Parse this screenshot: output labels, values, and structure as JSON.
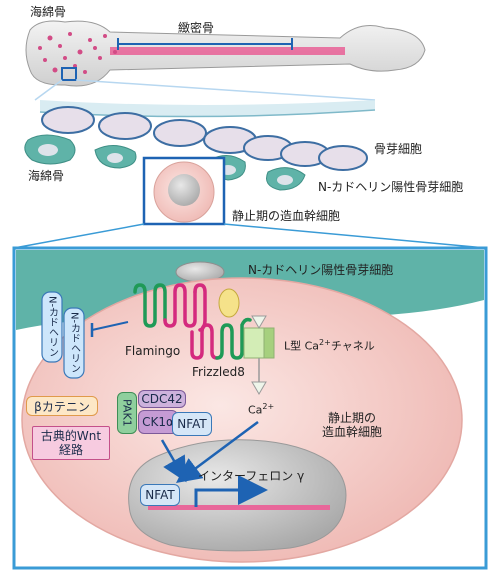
{
  "top": {
    "spongy_bone": "海綿骨",
    "compact_bone": "緻密骨"
  },
  "mid": {
    "osteoblast": "骨芽細胞",
    "spongy_bone": "海綿骨",
    "ncad_osteoblast": "N-カドヘリン陽性骨芽細胞",
    "quiescent_hsc": "静止期の造血幹細胞"
  },
  "inset": {
    "ncad_osteoblast": "N-カドヘリン陽性骨芽細胞",
    "ncad_1": "N-カドヘリン",
    "ncad_2": "N-カドヘリン",
    "flamingo": "Flamingo",
    "frizzled": "Frizzled8",
    "ca_channel_prefix": "L型 Ca",
    "ca_channel_sup": "2+",
    "ca_channel_suffix": "チャネル",
    "ca_ion": "Ca",
    "ca_ion_sup": "2+",
    "beta_catenin": "βカテニン",
    "wnt_line1": "古典的Wnt",
    "wnt_line2": "経路",
    "pak1": "PAK1",
    "cdc42": "CDC42",
    "ck1a": "CK1α",
    "nfat_cyto": "NFAT",
    "nfat_nuc": "NFAT",
    "quiescent_line1": "静止期の",
    "quiescent_line2": "造血幹細胞",
    "interferon": "インターフェロン γ"
  },
  "colors": {
    "frame_blue": "#3a9bd6",
    "niche_teal": "#5fb3a8",
    "cell_pink": "#f7d6d3",
    "nucleus_gray": "#cfcfcf",
    "bone_pink": "#e8679a",
    "receptor_green": "#1f9a57",
    "receptor_magenta": "#d42a7e"
  }
}
